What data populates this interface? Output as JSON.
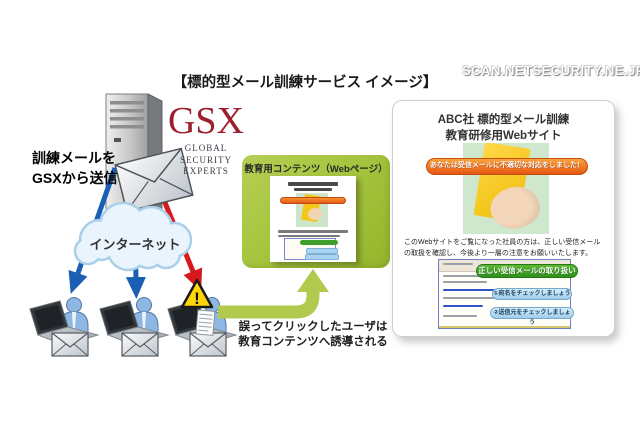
{
  "watermark": "SCAN.NETSECURITY.NE.JP",
  "title": "【標的型メール訓練サービス イメージ】",
  "left": {
    "send_label_line1": "訓練メールを",
    "send_label_line2": "GSXから送信",
    "logo": {
      "name": "GSX",
      "sub_line1": "GLOBAL",
      "sub_line2": "SECURITY",
      "sub_line3": "EXPERTS"
    },
    "cloud_label": "インターネット",
    "warning_mark": "!"
  },
  "content_box": {
    "title": "教育用コンテンツ（Webページ）",
    "caption_line1": "誤ってクリックしたユーザは",
    "caption_line2": "教育コンテンツへ誘導される"
  },
  "panel": {
    "title_line1": "ABC社 標的型メール訓練",
    "title_line2": "教育研修用Webサイト",
    "alert_banner": "あなたは受信メールに不適切な対応をしました！",
    "body_text": "このWebサイトをご覧になった社員の方は、正しい受信メールの取扱を確認し、今後より一層の注意をお願いいたします。",
    "green_label": "正しい受信メールの取り扱い",
    "callout1": "①宛名をチェックしましょう",
    "callout2": "②送信元をチェックしましょう"
  },
  "colors": {
    "gsx_red": "#9c1f2e",
    "box_green": "#a3c23a",
    "alert_orange": "#e8581a",
    "label_green": "#3f9e2a",
    "callout_blue": "#9fcdea",
    "arrow_blue": "#1a5fb4",
    "arrow_red": "#d8181f"
  }
}
